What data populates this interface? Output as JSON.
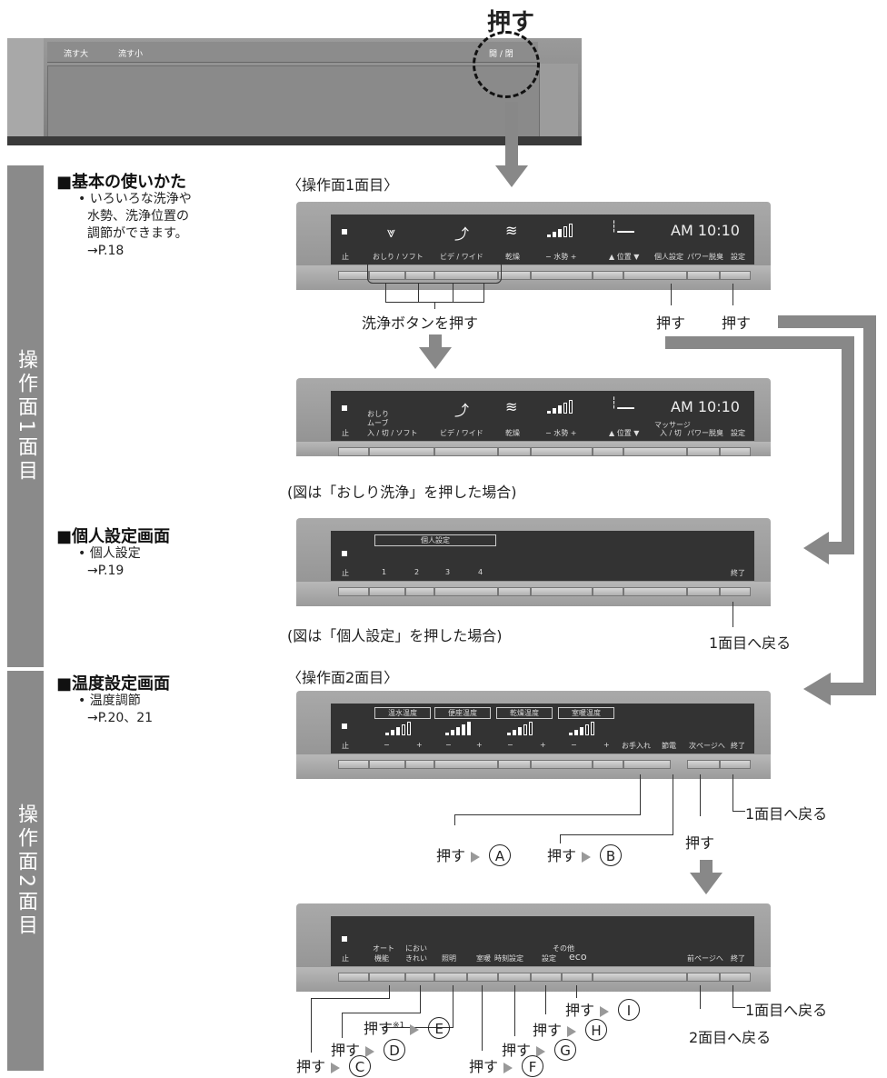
{
  "top_label": "押す",
  "remote": {
    "buttons": [
      "流す大",
      "流す小",
      "開 / 閉"
    ]
  },
  "sidebar": {
    "upper": "操作面1面目",
    "lower": "操作面2面目"
  },
  "sections": {
    "basic": {
      "title": "■基本の使いかた",
      "lines": [
        "• いろいろな洗浄や",
        "水勢、洗浄位置の",
        "調節ができます。",
        "→P.18"
      ]
    },
    "personal": {
      "title": "■個人設定画面",
      "lines": [
        "• 個人設定",
        "→P.19"
      ]
    },
    "temp": {
      "title": "■温度設定画面",
      "lines": [
        "• 温度調節",
        "→P.20、21"
      ]
    }
  },
  "headers": {
    "page1": "〈操作面1面目〉",
    "page2": "〈操作面2面目〉"
  },
  "panel1": {
    "labels": [
      "止",
      "おしり / ソフト",
      "ビデ / ワイド",
      "乾燥",
      "− 水勢 +",
      "▲ 位置 ▼",
      "個人設定",
      "パワー脱臭",
      "設定"
    ],
    "clock": "AM 10:10"
  },
  "panel2": {
    "labels": [
      "止",
      "入 / 切 / ソフト",
      "ビデ / ワイド",
      "乾燥",
      "− 水勢 +",
      "▲ 位置 ▼",
      "入 / 切",
      "パワー脱臭",
      "設定"
    ],
    "sub1": "おしり",
    "sub2": "ムーブ",
    "sub3": "マッサージ",
    "clock": "AM 10:10"
  },
  "panel3": {
    "box": "個人設定",
    "labels": [
      "止",
      "1",
      "2",
      "3",
      "4",
      "終了"
    ]
  },
  "panel4": {
    "boxes": [
      "温水温度",
      "便座温度",
      "乾燥温度",
      "室暖温度"
    ],
    "labels": [
      "止",
      "お手入れ",
      "節電",
      "次ページへ",
      "終了"
    ],
    "pm": [
      "−",
      "+",
      "−",
      "+",
      "−",
      "+",
      "−",
      "+"
    ]
  },
  "panel5": {
    "labels": [
      "止",
      "オート",
      "機能",
      "におい",
      "きれい",
      "照明",
      "室暖",
      "時刻設定",
      "その他",
      "設定",
      "eco",
      "前ページへ",
      "終了"
    ]
  },
  "captions": {
    "wash": "洗浄ボタンを押す",
    "press": "押す",
    "note1": "(図は「おしり洗浄」を押した場合)",
    "note2": "(図は「個人設定」を押した場合)",
    "back1": "1面目へ戻る",
    "back2": "1面目へ戻る",
    "back3": "1面目へ戻る",
    "back_p2": "2面目へ戻る",
    "press_e": "押す",
    "press_e_sup": "※1"
  },
  "markers": [
    "A",
    "B",
    "C",
    "D",
    "E",
    "F",
    "G",
    "H",
    "I"
  ]
}
